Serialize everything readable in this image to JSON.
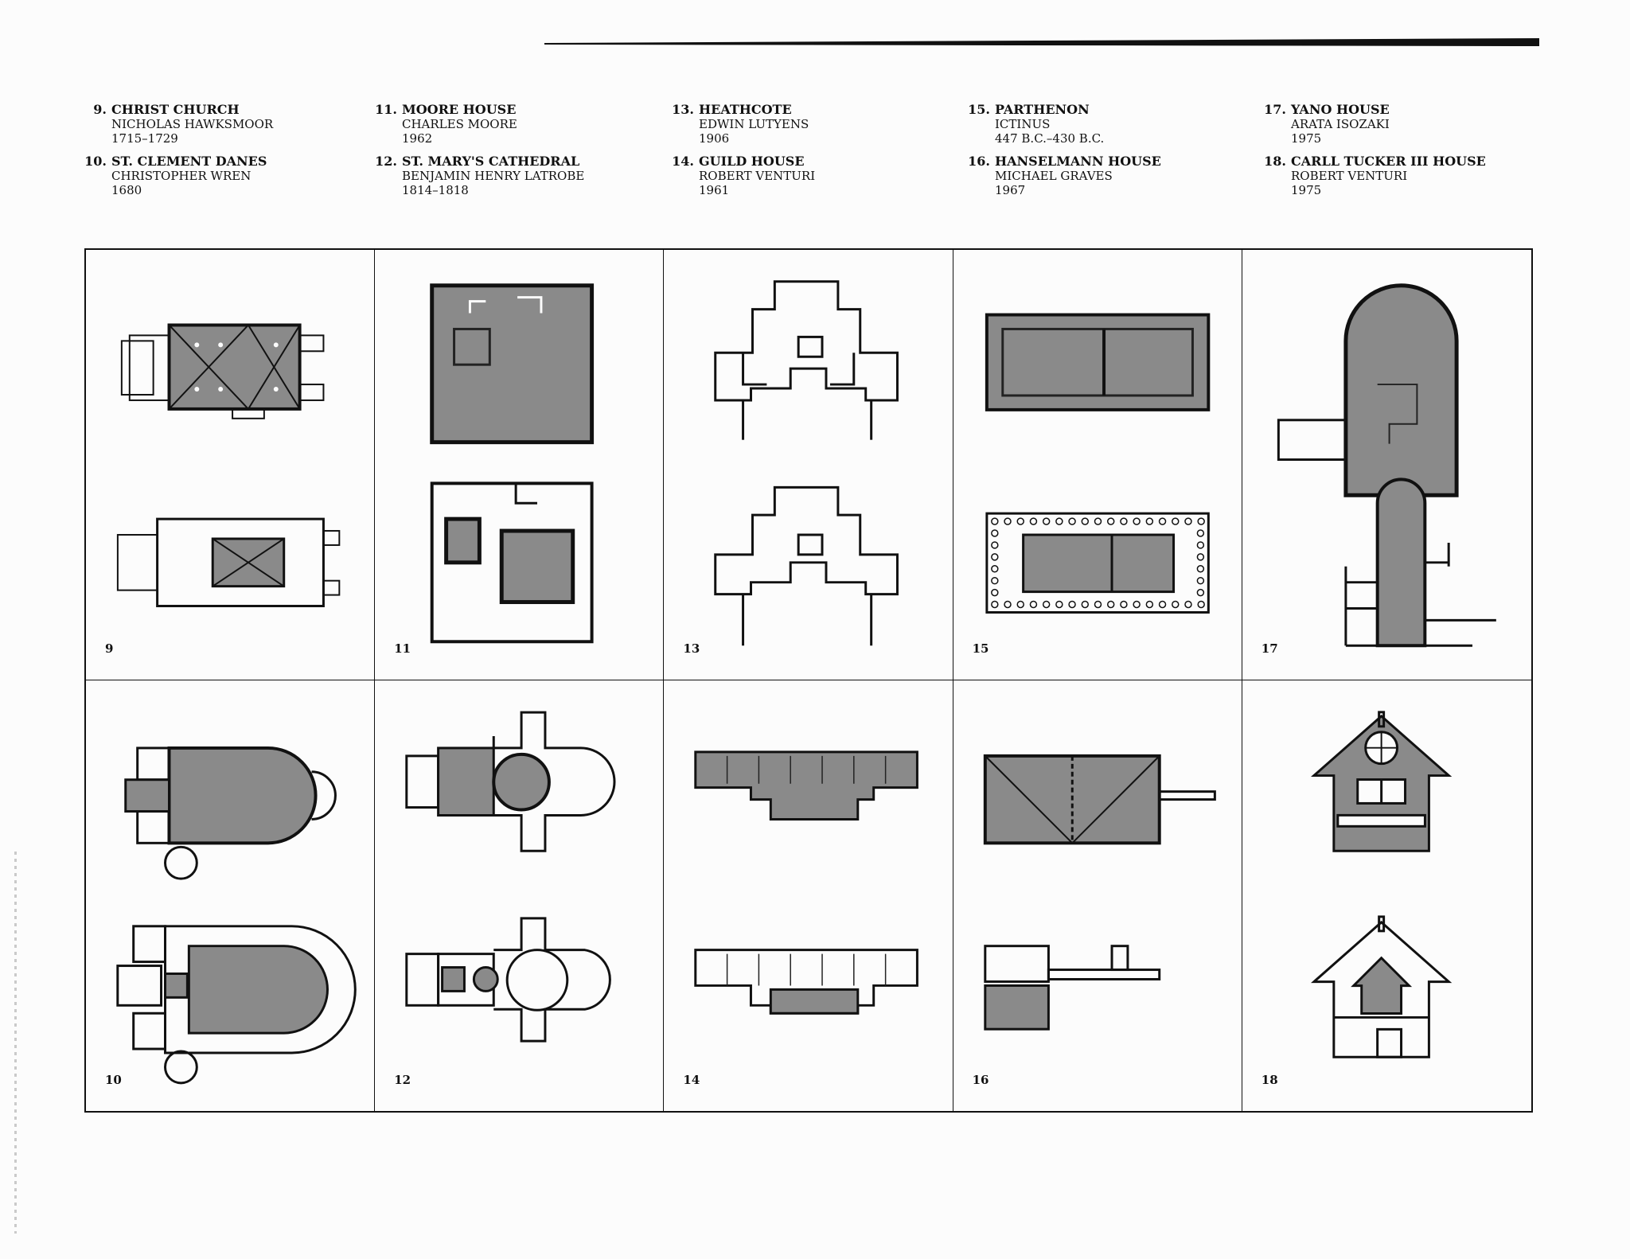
{
  "buildings": [
    {
      "number": "9.",
      "name": "CHRIST CHURCH",
      "architect": "NICHOLAS HAWKSMOOR",
      "date": "1715–1729"
    },
    {
      "number": "10.",
      "name": "ST. CLEMENT DANES",
      "architect": "CHRISTOPHER WREN",
      "date": "1680"
    },
    {
      "number": "11.",
      "name": "MOORE HOUSE",
      "architect": "CHARLES MOORE",
      "date": "1962"
    },
    {
      "number": "12.",
      "name": "ST. MARY'S CATHEDRAL",
      "architect": "BENJAMIN HENRY LATROBE",
      "date": "1814–1818"
    },
    {
      "number": "13.",
      "name": "HEATHCOTE",
      "architect": "EDWIN LUTYENS",
      "date": "1906"
    },
    {
      "number": "14.",
      "name": "GUILD HOUSE",
      "architect": "ROBERT VENTURI",
      "date": "1961"
    },
    {
      "number": "15.",
      "name": "PARTHENON",
      "architect": "ICTINUS",
      "date": "447 B.C.–430 B.C."
    },
    {
      "number": "16.",
      "name": "HANSELMANN HOUSE",
      "architect": "MICHAEL GRAVES",
      "date": "1967"
    },
    {
      "number": "17.",
      "name": "YANO HOUSE",
      "architect": "ARATA ISOZAKI",
      "date": "1975"
    },
    {
      "number": "18.",
      "name": "CARLL TUCKER III HOUSE",
      "architect": "ROBERT VENTURI",
      "date": "1975"
    }
  ],
  "panels": {
    "p9": "9",
    "p11": "11",
    "p13": "13",
    "p15": "15",
    "p17": "17",
    "p10": "10",
    "p12": "12",
    "p14": "14",
    "p16": "16",
    "p18": "18"
  },
  "colors": {
    "fill": "#8a8a8a",
    "ink": "#111111",
    "paper": "#fcfcfc"
  }
}
